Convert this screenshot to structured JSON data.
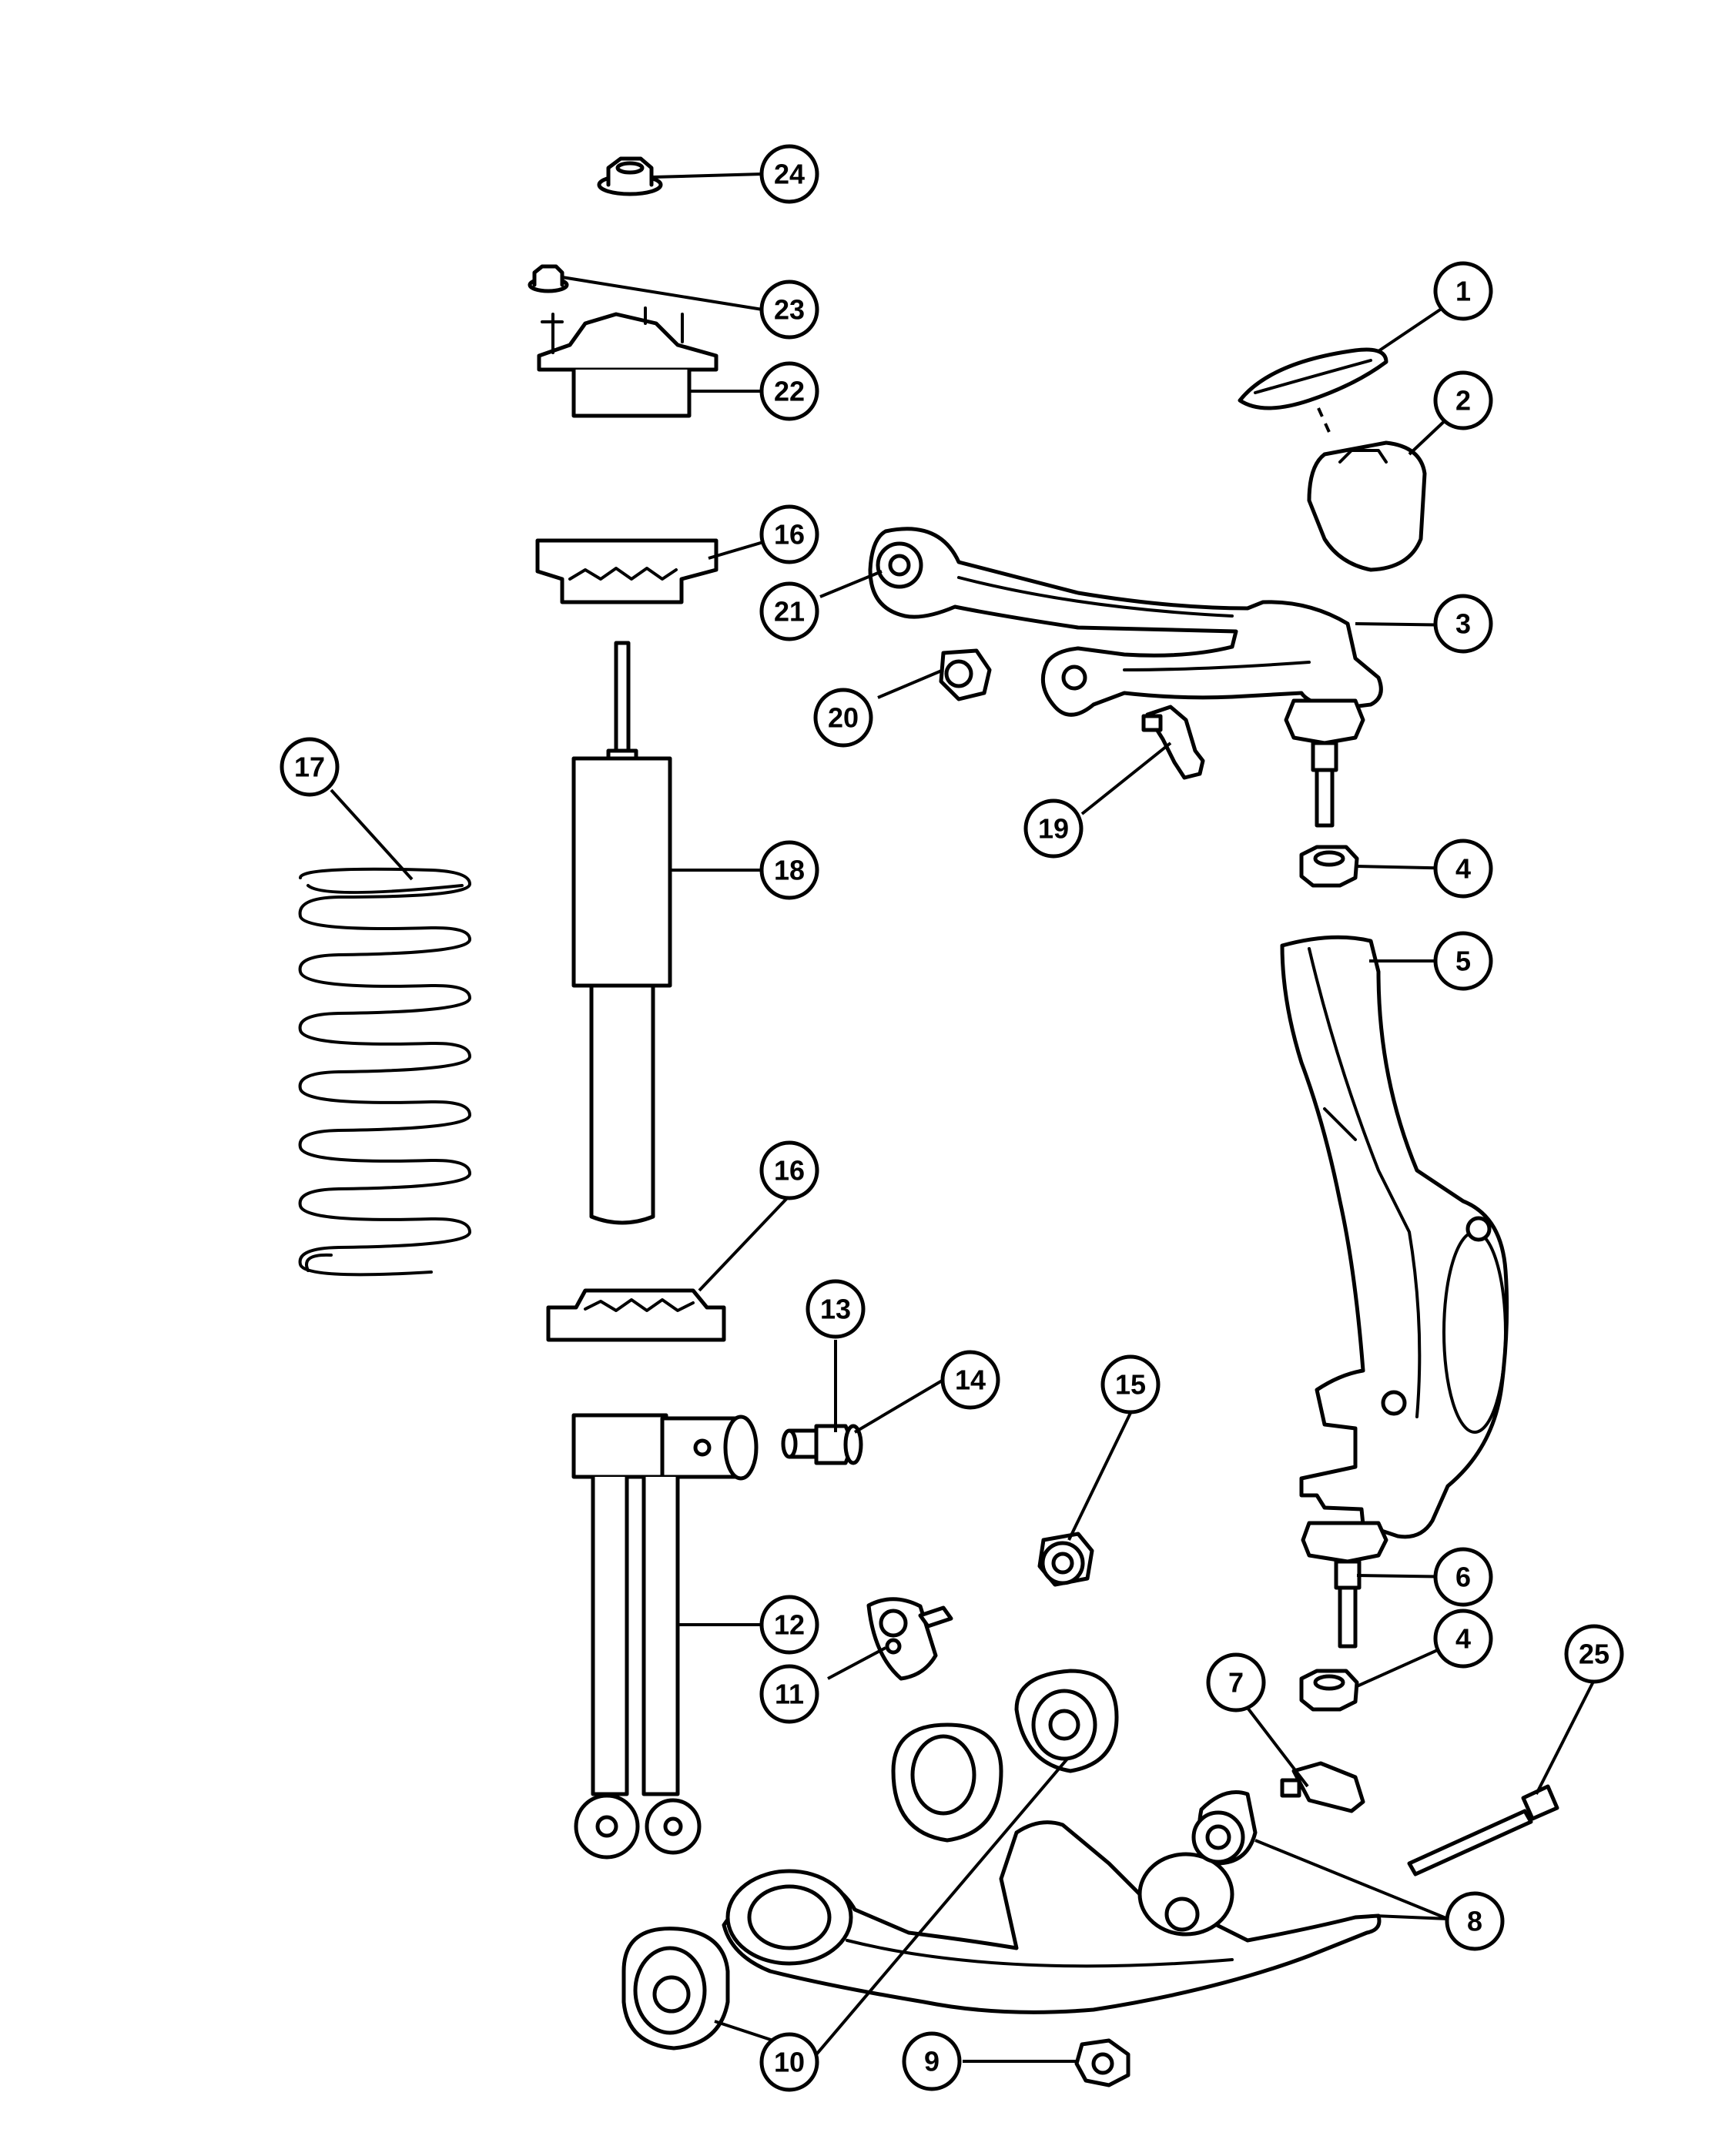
{
  "callouts": [
    {
      "label": "1"
    },
    {
      "label": "2"
    },
    {
      "label": "3"
    },
    {
      "label": "4"
    },
    {
      "label": "5"
    },
    {
      "label": "6"
    },
    {
      "label": "4"
    },
    {
      "label": "7"
    },
    {
      "label": "25"
    },
    {
      "label": "8"
    },
    {
      "label": "9"
    },
    {
      "label": "10"
    },
    {
      "label": "11"
    },
    {
      "label": "12"
    },
    {
      "label": "13"
    },
    {
      "label": "14"
    },
    {
      "label": "15"
    },
    {
      "label": "16"
    },
    {
      "label": "16"
    },
    {
      "label": "17"
    },
    {
      "label": "18"
    },
    {
      "label": "19"
    },
    {
      "label": "20"
    },
    {
      "label": "21"
    },
    {
      "label": "22"
    },
    {
      "label": "23"
    },
    {
      "label": "24"
    }
  ]
}
